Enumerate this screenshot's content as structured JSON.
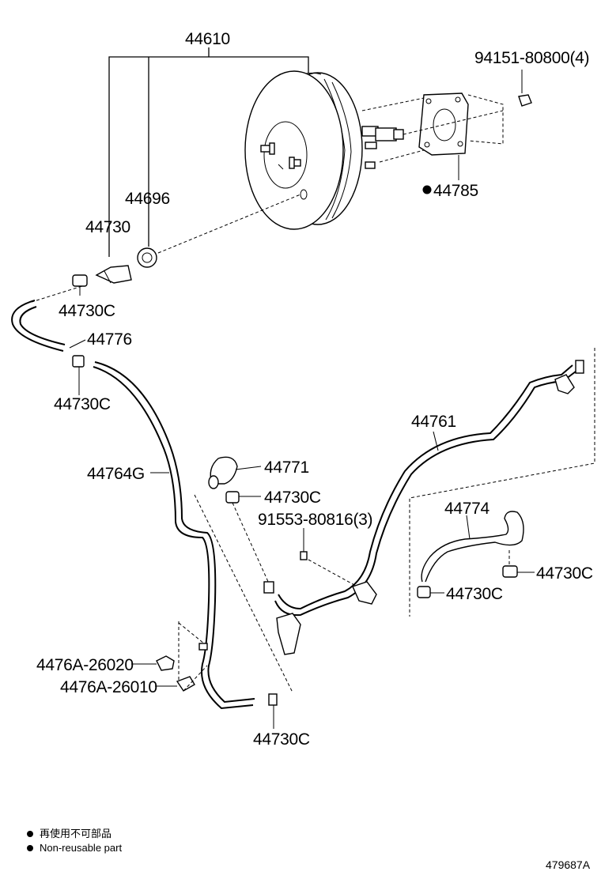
{
  "labels": {
    "p44610": "44610",
    "p94151": "94151-80800(4)",
    "p44696": "44696",
    "p44785": "44785",
    "p44730": "44730",
    "p44730c_a": "44730C",
    "p44776": "44776",
    "p44730c_b": "44730C",
    "p44761": "44761",
    "p44764g": "44764G",
    "p44771": "44771",
    "p44730c_c": "44730C",
    "p91553": "91553-80816(3)",
    "p44774": "44774",
    "p44730c_d": "44730C",
    "p44730c_e": "44730C",
    "p4476a_26020": "4476A-26020",
    "p4476a_26010": "4476A-26010",
    "p44730c_f": "44730C"
  },
  "legend": {
    "jp": "再使用不可部品",
    "en": "Non-reusable part"
  },
  "figure_id": "479687A"
}
